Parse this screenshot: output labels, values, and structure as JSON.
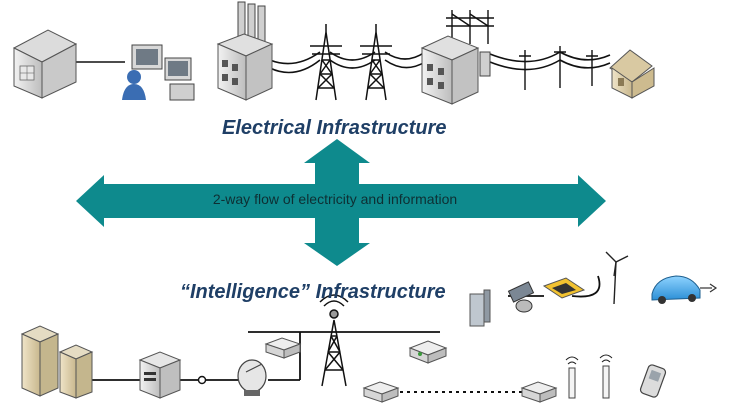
{
  "diagram": {
    "top_title": "Electrical Infrastructure",
    "bottom_title": "“Intelligence” Infrastructure",
    "arrow_label": "2-way flow of electricity and information"
  },
  "colors": {
    "arrow": "#0e8a8d",
    "title": "#1f3f66",
    "line": "#111111"
  },
  "icons": [
    "house-icon",
    "operator-workstation-icon",
    "power-plant-icon",
    "transmission-tower-icon",
    "substation-icon",
    "home-icon",
    "server-icon",
    "switch-icon",
    "satellite-dish-icon",
    "router-icon",
    "cell-tower-icon",
    "gateway-icon",
    "solar-panel-icon",
    "battery-icon",
    "wind-turbine-icon",
    "electric-car-icon",
    "antenna-icon",
    "phone-icon"
  ]
}
